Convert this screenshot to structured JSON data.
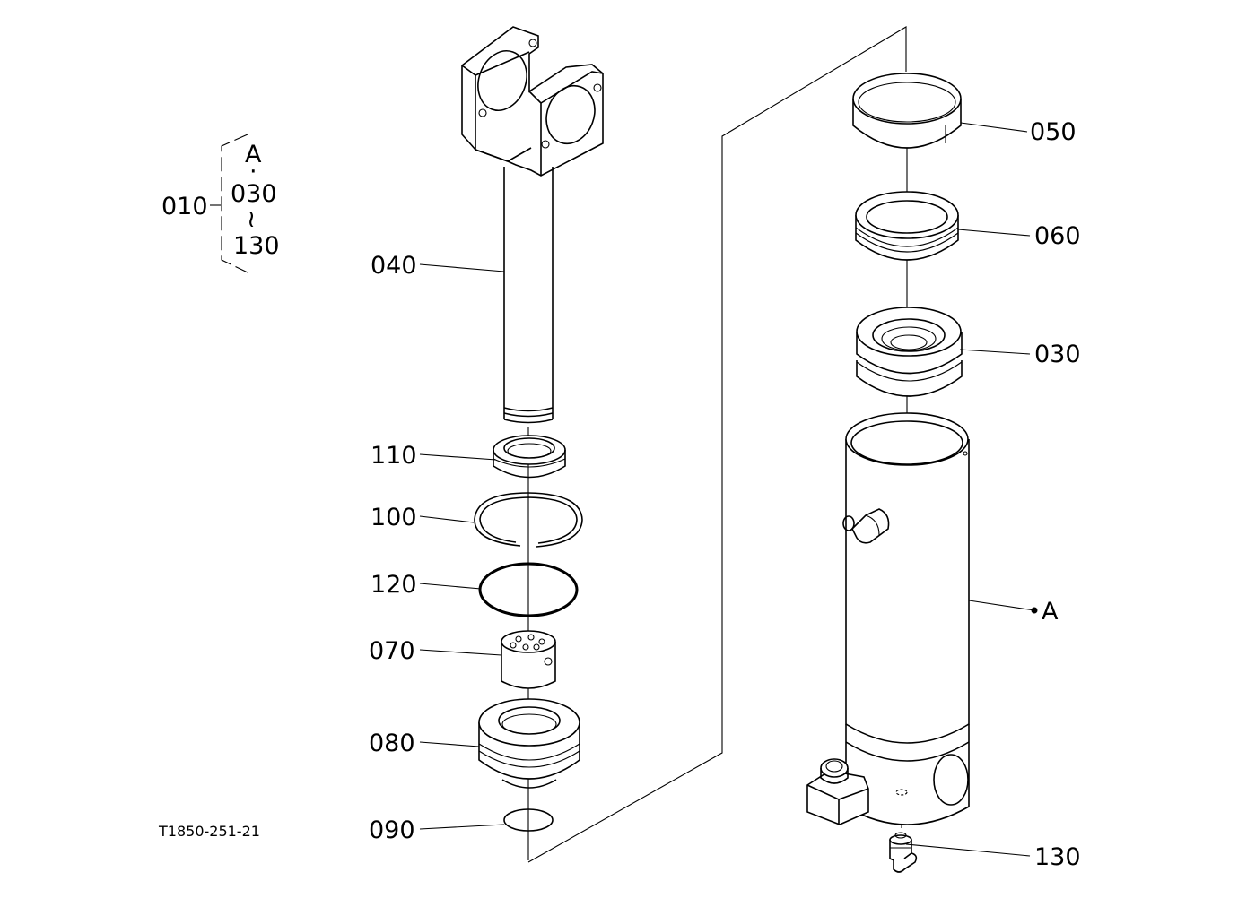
{
  "drawing_id": "T1850-251-21",
  "assembly": {
    "label": "010",
    "items": [
      "A",
      "030",
      "130"
    ],
    "dot": "·",
    "range": "≀"
  },
  "callouts": {
    "p040": "040",
    "p110": "110",
    "p100": "100",
    "p120": "120",
    "p070": "070",
    "p080": "080",
    "p090": "090",
    "p050": "050",
    "p060": "060",
    "p030": "030",
    "pA": "A",
    "p130": "130"
  }
}
